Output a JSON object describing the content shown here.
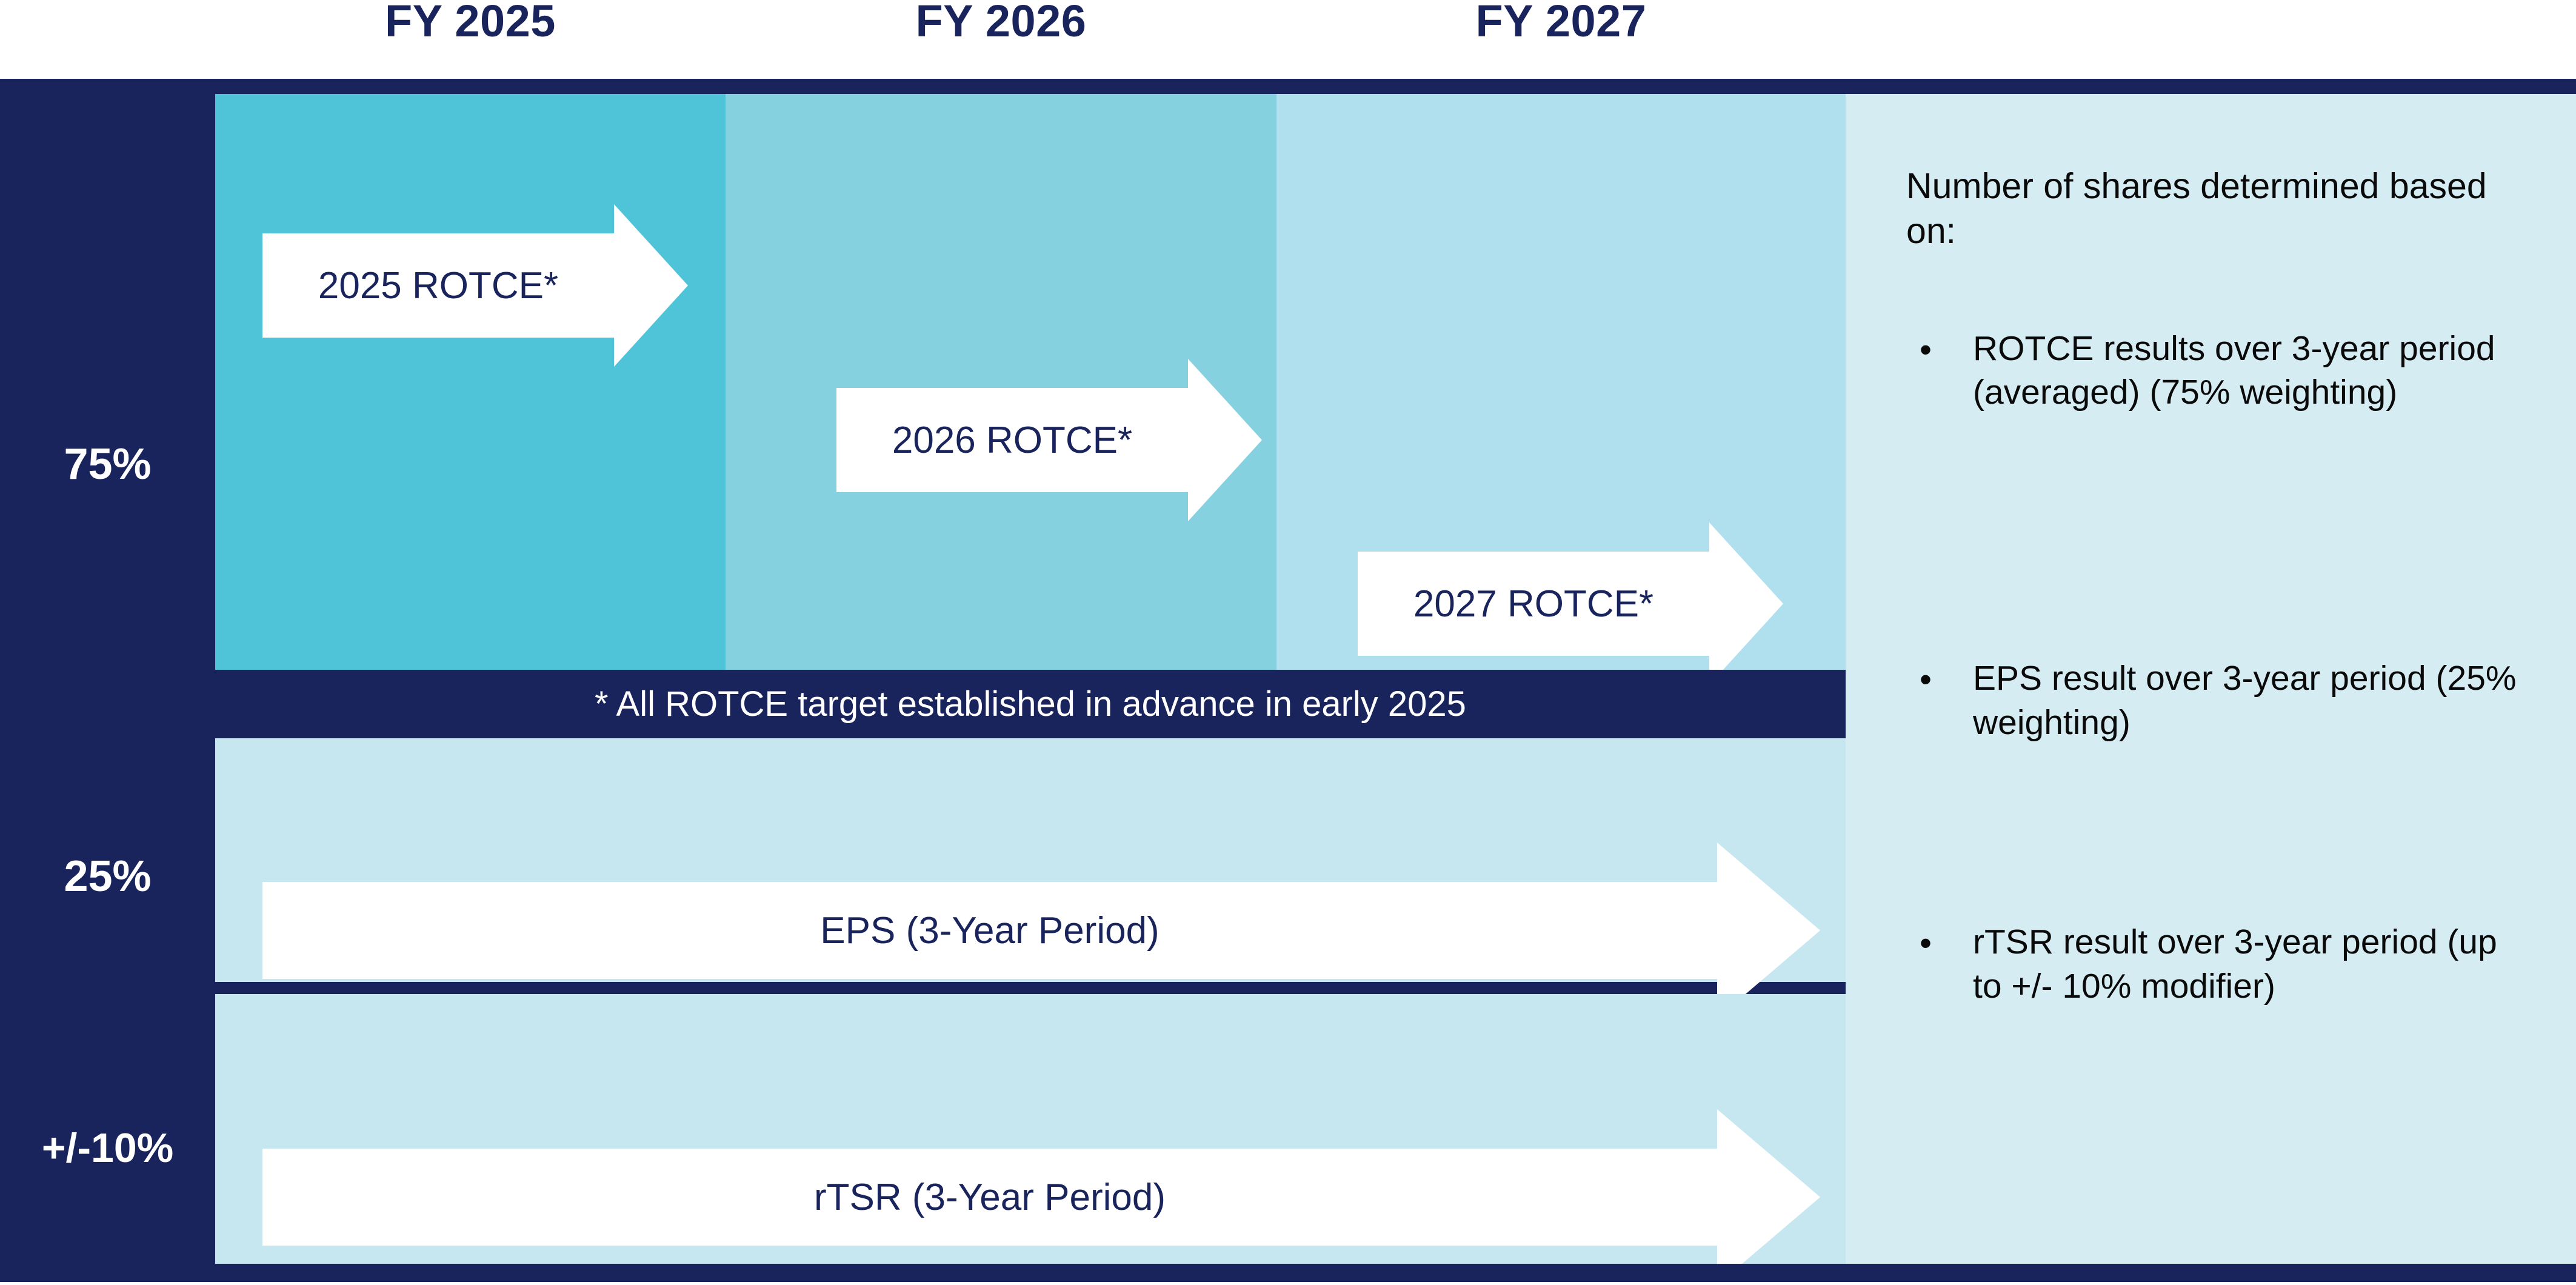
{
  "header": {
    "fiscal_years": [
      "FY 2025",
      "FY 2026",
      "FY 2027"
    ]
  },
  "weights": {
    "rotce": "75%",
    "eps": "25%",
    "rtsr": "+/-10%"
  },
  "rotce_arrows": [
    {
      "label": "2025 ROTCE*"
    },
    {
      "label": "2026 ROTCE*"
    },
    {
      "label": "2027 ROTCE*"
    }
  ],
  "footnote": "* All ROTCE target established in advance in early 2025",
  "long_arrows": {
    "eps": "EPS (3-Year Period)",
    "rtsr": "rTSR (3-Year Period)"
  },
  "panel": {
    "intro": "Number of shares determined based on:",
    "bullet_glyph": "•",
    "bullets": [
      "ROTCE results over 3-year period (averaged) (75% weighting)",
      "EPS result over 3-year period (25% weighting)",
      "rTSR result over 3-year period (up to +/- 10% modifier)"
    ]
  },
  "colors": {
    "navy": "#19245c",
    "fy2025_band": "#4fc4d8",
    "fy2026_band": "#85d1e0",
    "fy2027_band": "#b0e0ee",
    "light_band": "#c7e7f0",
    "side_panel": "#d6ecf3",
    "arrow_fill": "#ffffff"
  }
}
